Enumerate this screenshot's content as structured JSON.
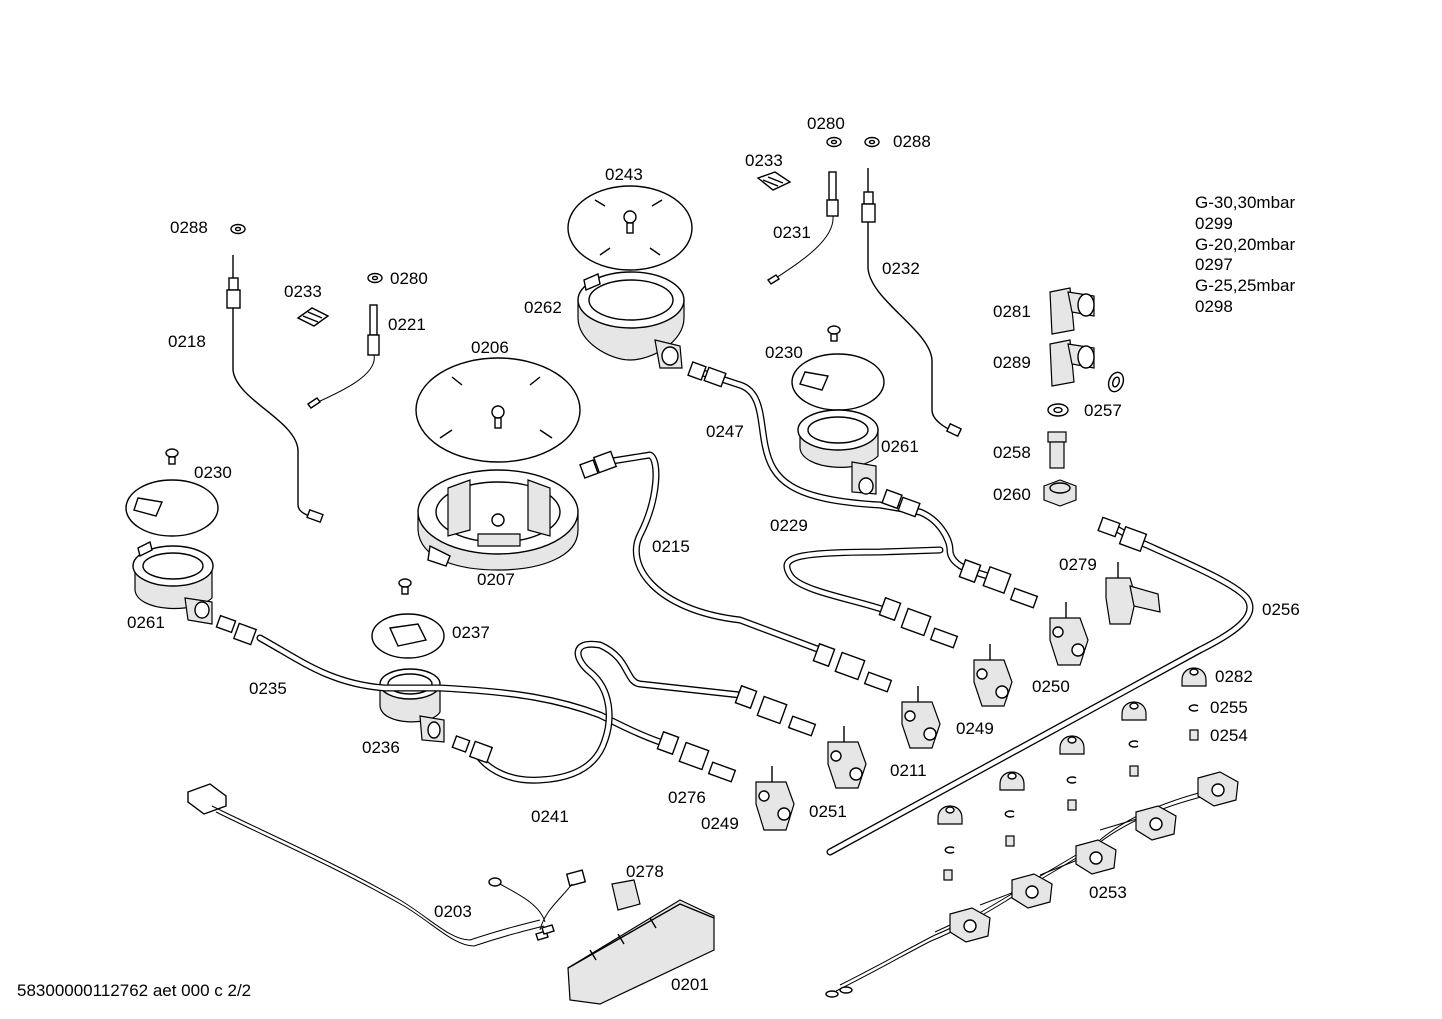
{
  "labels": {
    "p0280_top": "0280",
    "p0288_top": "0288",
    "p0233_top": "0233",
    "p0243": "0243",
    "p0231": "0231",
    "p0232": "0232",
    "p0288_left": "0288",
    "p0233_left": "0233",
    "p0280_left": "0280",
    "p0221": "0221",
    "p0218": "0218",
    "p0262": "0262",
    "p0206": "0206",
    "p0230_mid": "0230",
    "p0247": "0247",
    "p0261_mid": "0261",
    "p0230_left": "0230",
    "p0281": "0281",
    "p0289": "0289",
    "p0257": "0257",
    "p0258": "0258",
    "p0260": "0260",
    "p0229": "0229",
    "p0215": "0215",
    "p0207": "0207",
    "p0279": "0279",
    "p0256": "0256",
    "p0261_left": "0261",
    "p0237": "0237",
    "p0235": "0235",
    "p0282": "0282",
    "p0255": "0255",
    "p0254": "0254",
    "p0250": "0250",
    "p0249_mid": "0249",
    "p0236": "0236",
    "p0211": "0211",
    "p0276": "0276",
    "p0241": "0241",
    "p0251": "0251",
    "p0249_low": "0249",
    "p0253": "0253",
    "p0278": "0278",
    "p0203": "0203",
    "p0201": "0201"
  },
  "gas_note": {
    "line1": "G-30,30mbar",
    "line2": "0299",
    "line3": "G-20,20mbar",
    "line4": "0297",
    "line5": "G-25,25mbar",
    "line6": "0298"
  },
  "footer": "58300000112762 aet 000 c 2/2"
}
